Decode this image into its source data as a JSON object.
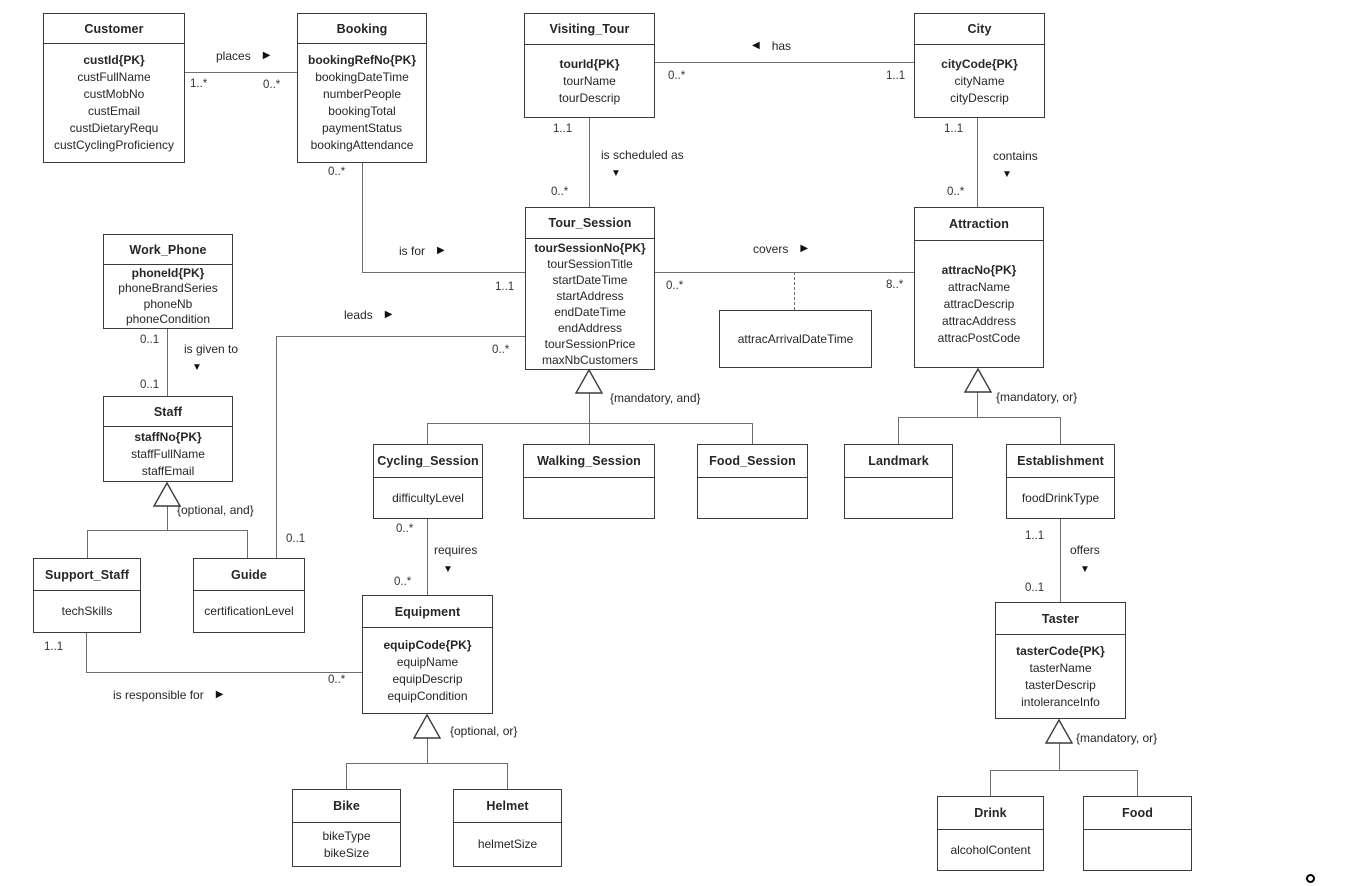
{
  "colors": {
    "line": "#6e6e6e",
    "border": "#3b3b3b",
    "text": "#262626"
  },
  "entities": {
    "customer": {
      "title": "Customer",
      "attrs": [
        "custId{PK}",
        "custFullName",
        "custMobNo",
        "custEmail",
        "custDietaryRequ",
        "custCyclingProficiency"
      ]
    },
    "booking": {
      "title": "Booking",
      "attrs": [
        "bookingRefNo{PK}",
        "bookingDateTime",
        "numberPeople",
        "bookingTotal",
        "paymentStatus",
        "bookingAttendance"
      ]
    },
    "visiting_tour": {
      "title": "Visiting_Tour",
      "attrs": [
        "tourId{PK}",
        "tourName",
        "tourDescrip"
      ]
    },
    "city": {
      "title": "City",
      "attrs": [
        "cityCode{PK}",
        "cityName",
        "cityDescrip"
      ]
    },
    "tour_session": {
      "title": "Tour_Session",
      "attrs": [
        "tourSessionNo{PK}",
        "tourSessionTitle",
        "startDateTime",
        "startAddress",
        "endDateTime",
        "endAddress",
        "tourSessionPrice",
        "maxNbCustomers"
      ]
    },
    "attraction": {
      "title": "Attraction",
      "attrs": [
        "attracNo{PK}",
        "attracName",
        "attracDescrip",
        "attracAddress",
        "attracPostCode"
      ]
    },
    "work_phone": {
      "title": "Work_Phone",
      "attrs": [
        "phoneId{PK}",
        "phoneBrandSeries",
        "phoneNb",
        "phoneCondition"
      ]
    },
    "staff": {
      "title": "Staff",
      "attrs": [
        "staffNo{PK}",
        "staffFullName",
        "staffEmail"
      ]
    },
    "support_staff": {
      "title": "Support_Staff",
      "attrs": [
        "techSkills"
      ]
    },
    "guide": {
      "title": "Guide",
      "attrs": [
        "certificationLevel"
      ]
    },
    "cycling_session": {
      "title": "Cycling_Session",
      "attrs": [
        "difficultyLevel"
      ]
    },
    "walking_session": {
      "title": "Walking_Session",
      "attrs": []
    },
    "food_session": {
      "title": "Food_Session",
      "attrs": []
    },
    "landmark": {
      "title": "Landmark",
      "attrs": []
    },
    "establishment": {
      "title": "Establishment",
      "attrs": [
        "foodDrinkType"
      ]
    },
    "equipment": {
      "title": "Equipment",
      "attrs": [
        "equipCode{PK}",
        "equipName",
        "equipDescrip",
        "equipCondition"
      ]
    },
    "bike": {
      "title": "Bike",
      "attrs": [
        "bikeType",
        "bikeSize"
      ]
    },
    "helmet": {
      "title": "Helmet",
      "attrs": [
        "helmetSize"
      ]
    },
    "taster": {
      "title": "Taster",
      "attrs": [
        "tasterCode{PK}",
        "tasterName",
        "tasterDescrip",
        "intoleranceInfo"
      ]
    },
    "drink": {
      "title": "Drink",
      "attrs": [
        "alcoholContent"
      ]
    },
    "food": {
      "title": "Food",
      "attrs": []
    }
  },
  "association_class": {
    "attrac_arrival": "attracArrivalDateTime"
  },
  "relations": {
    "places": {
      "label": "places",
      "arrow": "▶"
    },
    "has": {
      "label": "has",
      "arrow": "◀"
    },
    "is_scheduled_as": {
      "label": "is scheduled as",
      "arrow": "▼"
    },
    "contains": {
      "label": "contains",
      "arrow": "▼"
    },
    "is_for": {
      "label": "is for",
      "arrow": "▶"
    },
    "covers": {
      "label": "covers",
      "arrow": "▶"
    },
    "leads": {
      "label": "leads",
      "arrow": "▶"
    },
    "is_given_to": {
      "label": "is given to",
      "arrow": "▼"
    },
    "requires": {
      "label": "requires",
      "arrow": "▼"
    },
    "is_responsible_for": {
      "label": "is responsible for",
      "arrow": "▶"
    },
    "offers": {
      "label": "offers",
      "arrow": "▼"
    }
  },
  "multiplicities": {
    "places_customer": "1..*",
    "places_booking": "0..*",
    "has_tour": "0..*",
    "has_city": "1..1",
    "scheduled_tour": "1..1",
    "scheduled_session": "0..*",
    "contains_city": "1..1",
    "contains_attraction": "0..*",
    "isfor_booking": "0..*",
    "isfor_session": "1..1",
    "leads_session": "0..*",
    "leads_guide": "0..1",
    "given_phone": "0..1",
    "given_staff": "0..1",
    "covers_session": "0..*",
    "covers_attraction": "8..*",
    "requires_cycling": "0..*",
    "requires_equipment": "0..*",
    "resp_support": "1..1",
    "resp_equipment": "0..*",
    "offers_establishment": "1..1",
    "offers_taster": "0..1"
  },
  "constraints": {
    "staff": "{optional, and}",
    "tour_session": "{mandatory, and}",
    "attraction": "{mandatory, or}",
    "equipment": "{optional, or}",
    "taster": "{mandatory, or}"
  }
}
